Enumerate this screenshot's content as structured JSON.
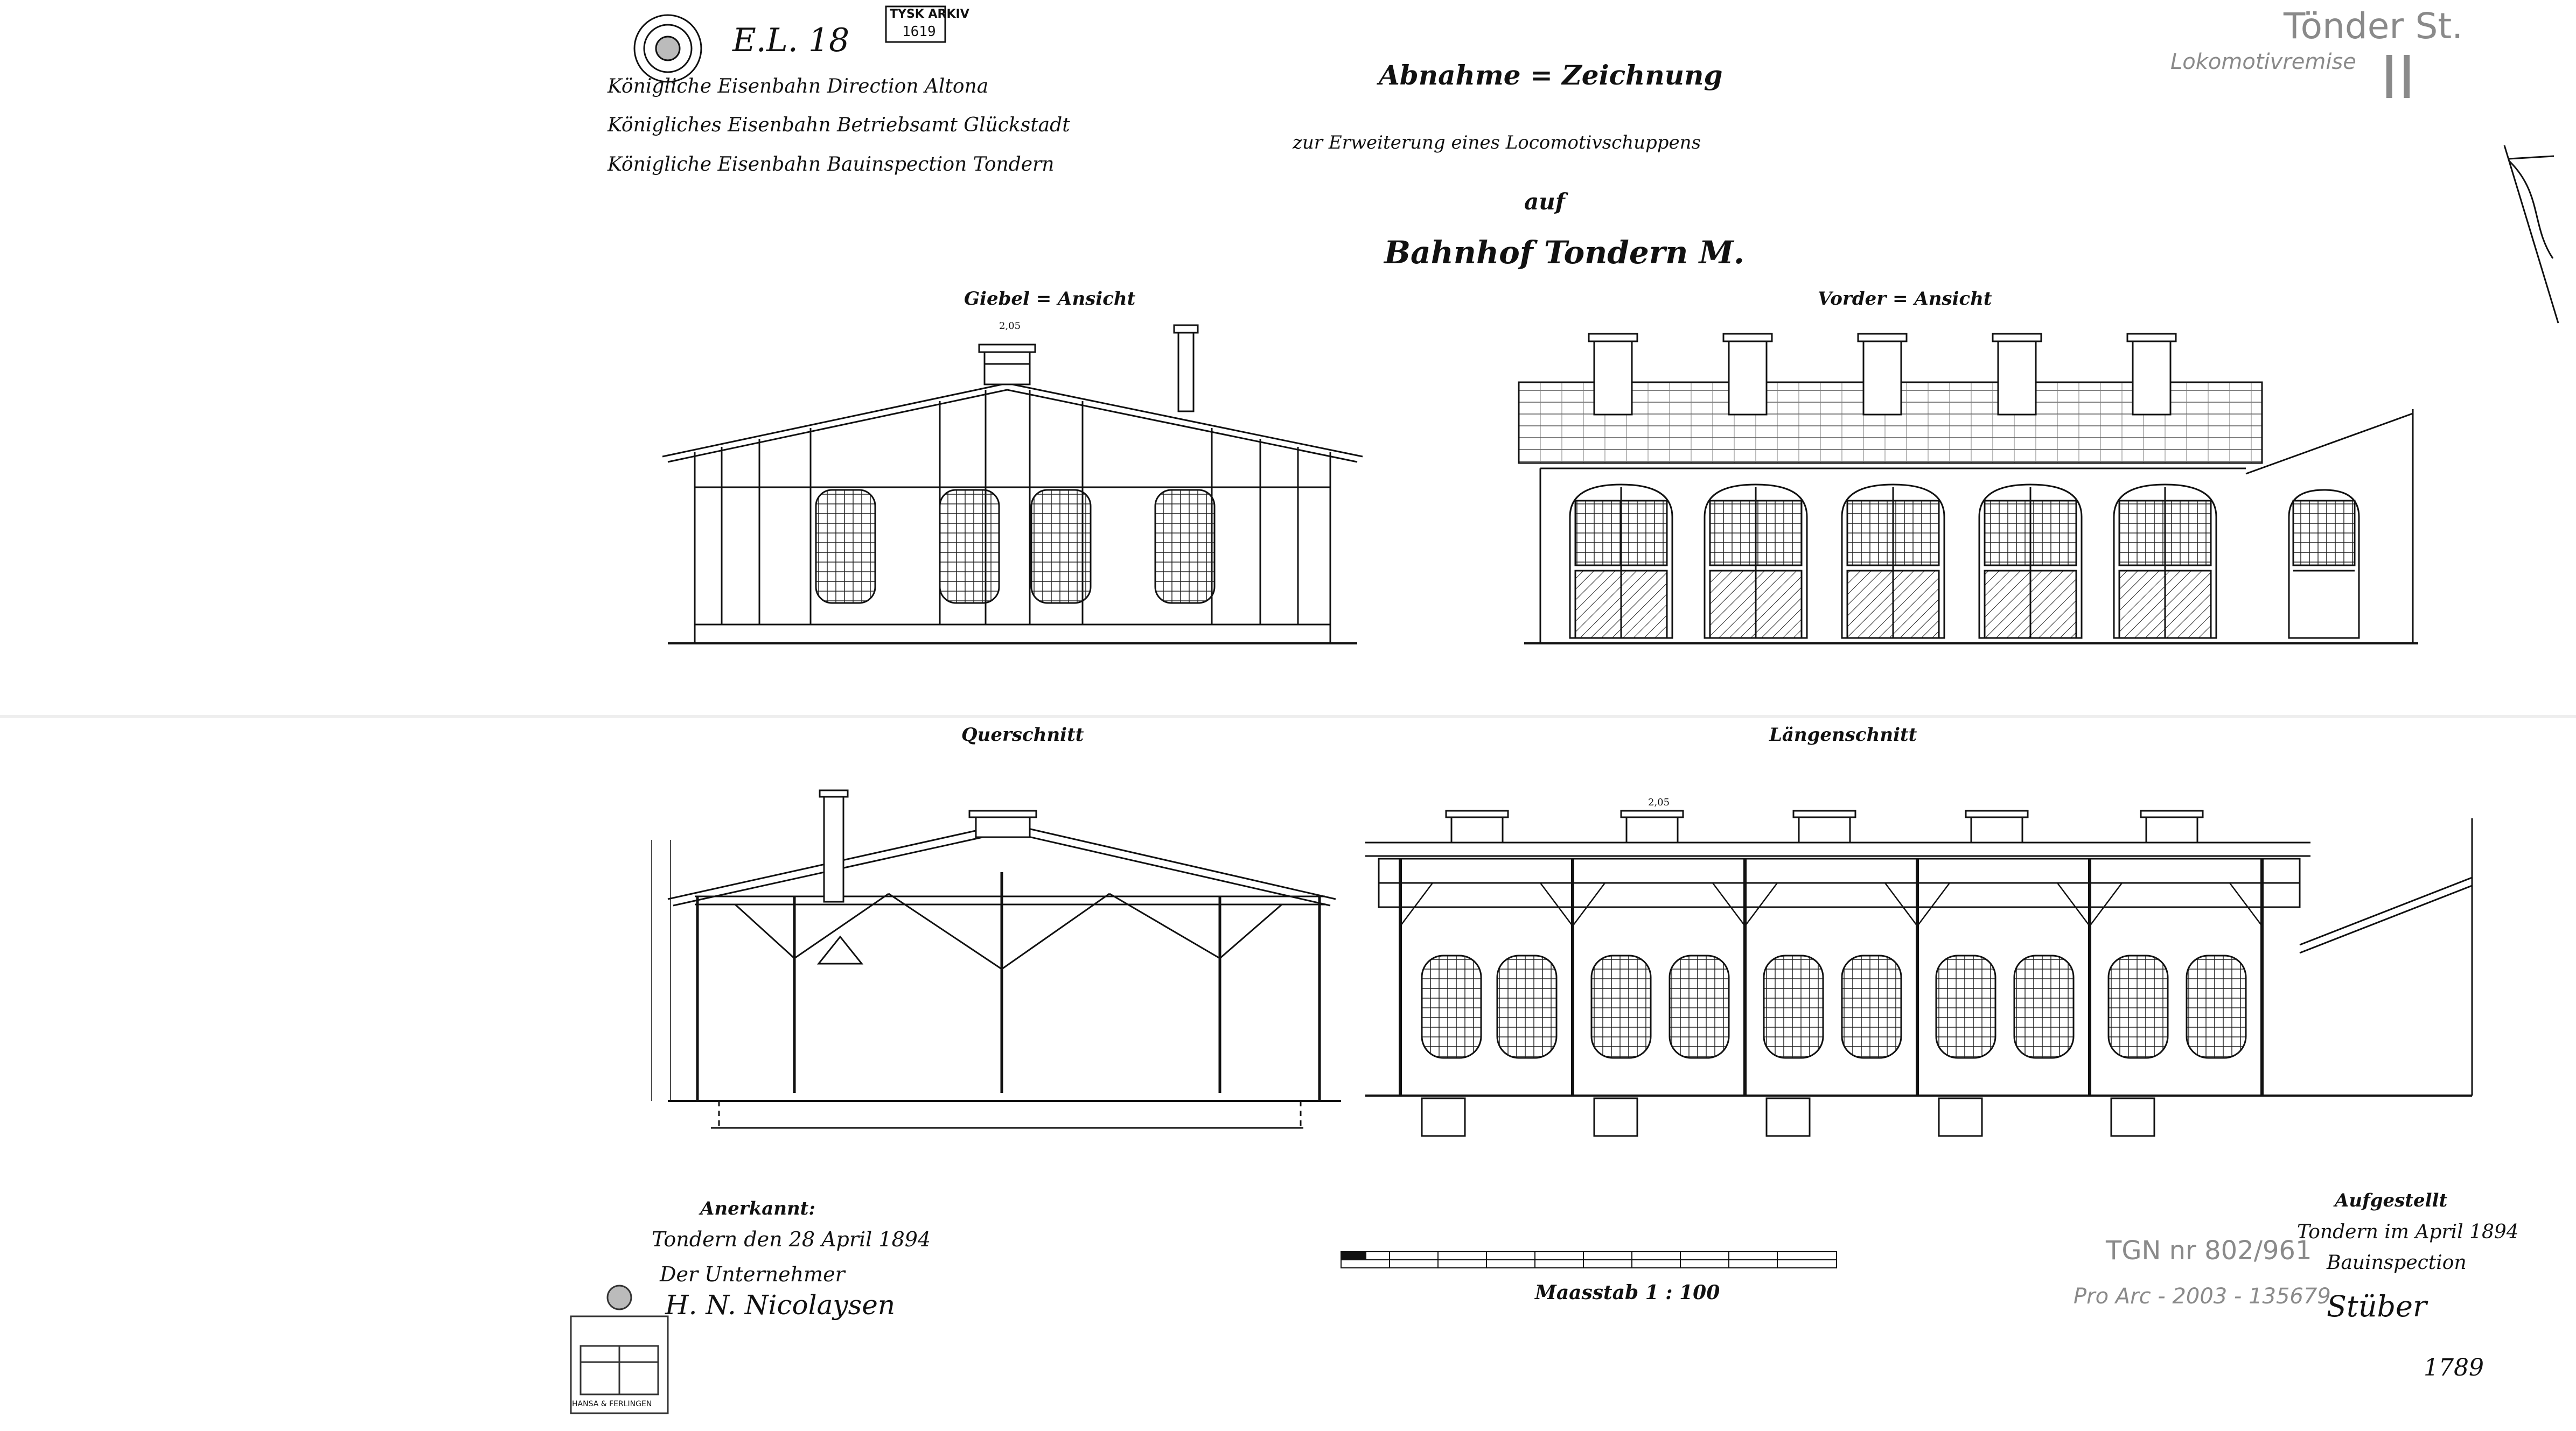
{
  "stamp": {
    "archive_label": "TYSK ARKIV",
    "archive_number": "1619",
    "file_code": "E.L. 18"
  },
  "headers": {
    "line1": "Königliche Eisenbahn Direction Altona",
    "line2": "Königliches Eisenbahn Betriebsamt Glückstadt",
    "line3": "Königliche Eisenbahn Bauinspection Tondern"
  },
  "title": {
    "main": "Abnahme = Zeichnung",
    "sub": "zur Erweiterung eines Locomotivschuppens",
    "auf": "auf",
    "station": "Bahnhof Tondern M."
  },
  "pencil_top_right": {
    "line1": "Tönder St.",
    "line2": "Lokomotivremise",
    "roman": "II"
  },
  "views": {
    "gable": "Giebel = Ansicht",
    "front": "Vorder = Ansicht",
    "cross": "Querschnitt",
    "long": "Längenschnitt"
  },
  "dimensions": {
    "gable_vent_width": "2,05",
    "long_vent_width": "2,05"
  },
  "acknowledged": {
    "label": "Anerkannt:",
    "place_date": "Tondern den 28 April 1894",
    "role": "Der Unternehmer",
    "signature": "H. N. Nicolaysen"
  },
  "scale": {
    "label": "Maasstab 1 : 100"
  },
  "prepared": {
    "label": "Aufgestellt",
    "place_date": "Tondern im April 1894",
    "role": "Bauinspection",
    "signature": "Stüber"
  },
  "archive_refs": {
    "tgn": "TGN nr 802/961",
    "pro_arc": "Pro Arc - 2003 - 135679",
    "sheet": "1789"
  },
  "seal": {
    "label": "HANSA & FERLINGEN"
  }
}
